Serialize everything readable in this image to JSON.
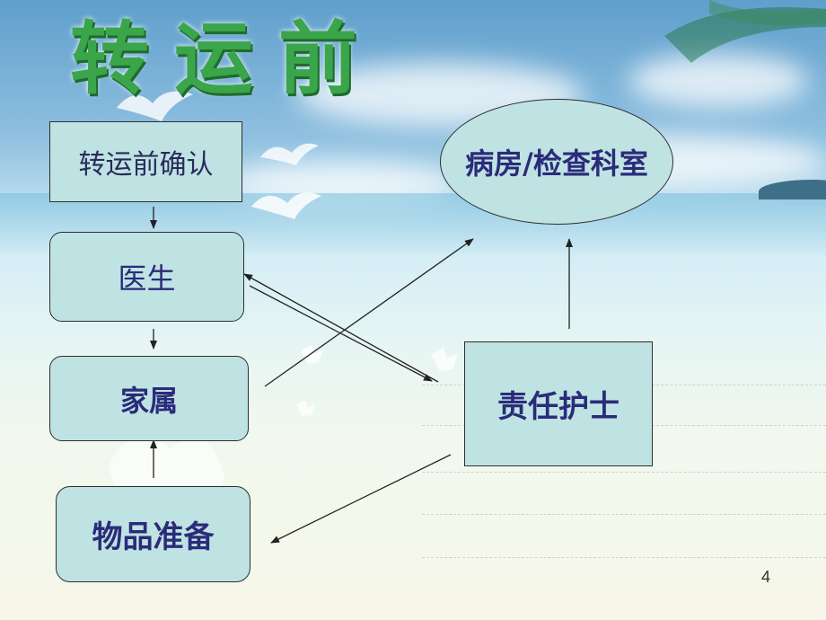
{
  "slide": {
    "title": "转运前",
    "page_number": "4"
  },
  "nodes": {
    "confirm": "转运前确认",
    "doctor": "医生",
    "family": "家属",
    "supplies": "物品准备",
    "nurse": "责任护士",
    "ward": "病房/检查科室"
  },
  "edges": [
    {
      "from": "confirm",
      "to": "doctor"
    },
    {
      "from": "doctor",
      "to": "family"
    },
    {
      "from": "supplies",
      "to": "family"
    },
    {
      "from": "doctor",
      "to": "nurse"
    },
    {
      "from": "nurse",
      "to": "doctor"
    },
    {
      "from": "family",
      "to": "ward"
    },
    {
      "from": "nurse",
      "to": "ward"
    },
    {
      "from": "nurse",
      "to": "supplies"
    }
  ],
  "colors": {
    "title": "#3aa54a",
    "node_fill": "#bfe3e2",
    "node_text": "#2b2b7a",
    "border": "#2e2e2e"
  }
}
